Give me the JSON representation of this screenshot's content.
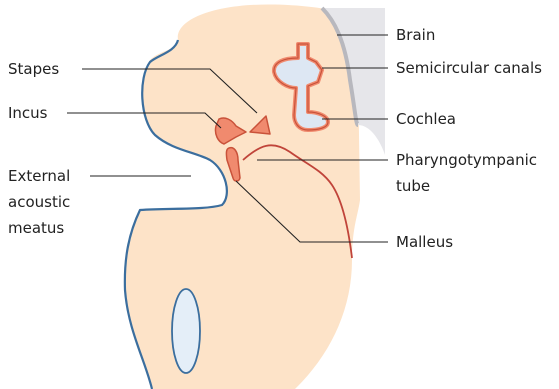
{
  "labels": {
    "brain": "Brain",
    "semicircular_canals": "Semicircular canals",
    "cochlea": "Cochlea",
    "stapes": "Stapes",
    "incus": "Incus",
    "external_acoustic_meatus": [
      "External",
      "acoustic",
      "meatus"
    ],
    "pharyngotympanic_tube": [
      "Pharyngotympanic",
      "tube"
    ],
    "malleus": "Malleus"
  },
  "colors": {
    "skin": "#fde3c8",
    "outline_blue": "#3b6e9e",
    "ossicle_fill": "#f08a6e",
    "ossicle_stroke": "#c9523a",
    "canal_fill": "#dde7f3",
    "brain": "#e6e6ea",
    "brain_edge": "#b8b8be",
    "tube_stroke": "#c0443a",
    "eardrum_fill": "#e4eef8",
    "leader": "#222222"
  }
}
